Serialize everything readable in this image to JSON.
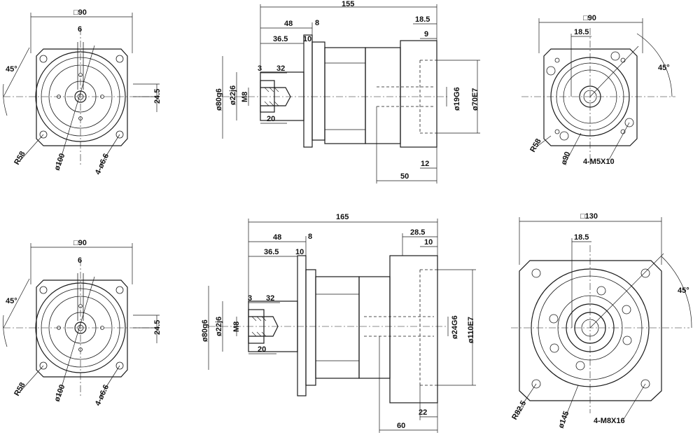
{
  "top_front_left": {
    "square": "□90",
    "key_width": "6",
    "angle": "45°",
    "offset": "24.5",
    "bolt_radius": "R58",
    "pilot_dia": "ø100",
    "holes": "4-ø6.6"
  },
  "top_side": {
    "total": "155",
    "d48": "48",
    "d8": "8",
    "d36_5": "36.5",
    "d10": "10",
    "d18_5": "18.5",
    "d9": "9",
    "d3": "3",
    "d32": "32",
    "d20": "20",
    "d12": "12",
    "d50": "50",
    "dia_80": "ø80g6",
    "dia_22": "ø22j6",
    "thread": "M8",
    "dia_19": "ø19G6",
    "dia_70": "ø70E7"
  },
  "top_front_right": {
    "square": "□90",
    "d18_5": "18.5",
    "angle": "45°",
    "bolt_radius": "R58",
    "pilot_dia": "ø90",
    "holes": "4-M5X10"
  },
  "bottom_front_left": {
    "square": "□90",
    "key_width": "6",
    "angle": "45°",
    "offset": "24.5",
    "bolt_radius": "R58",
    "pilot_dia": "ø100",
    "holes": "4-ø6.6"
  },
  "bottom_side": {
    "total": "165",
    "d48": "48",
    "d8": "8",
    "d36_5": "36.5",
    "d10": "10",
    "d28_5": "28.5",
    "d10b": "10",
    "d3": "3",
    "d32": "32",
    "d20": "20",
    "d22": "22",
    "d60": "60",
    "dia_80": "ø80g6",
    "dia_22": "ø22j6",
    "thread": "M8",
    "dia_24": "ø24G6",
    "dia_110": "ø110E7"
  },
  "bottom_front_right": {
    "square": "□130",
    "d18_5": "18.5",
    "angle": "45°",
    "bolt_radius": "R82.5",
    "pilot_dia": "ø145",
    "holes": "4-M8X16"
  }
}
